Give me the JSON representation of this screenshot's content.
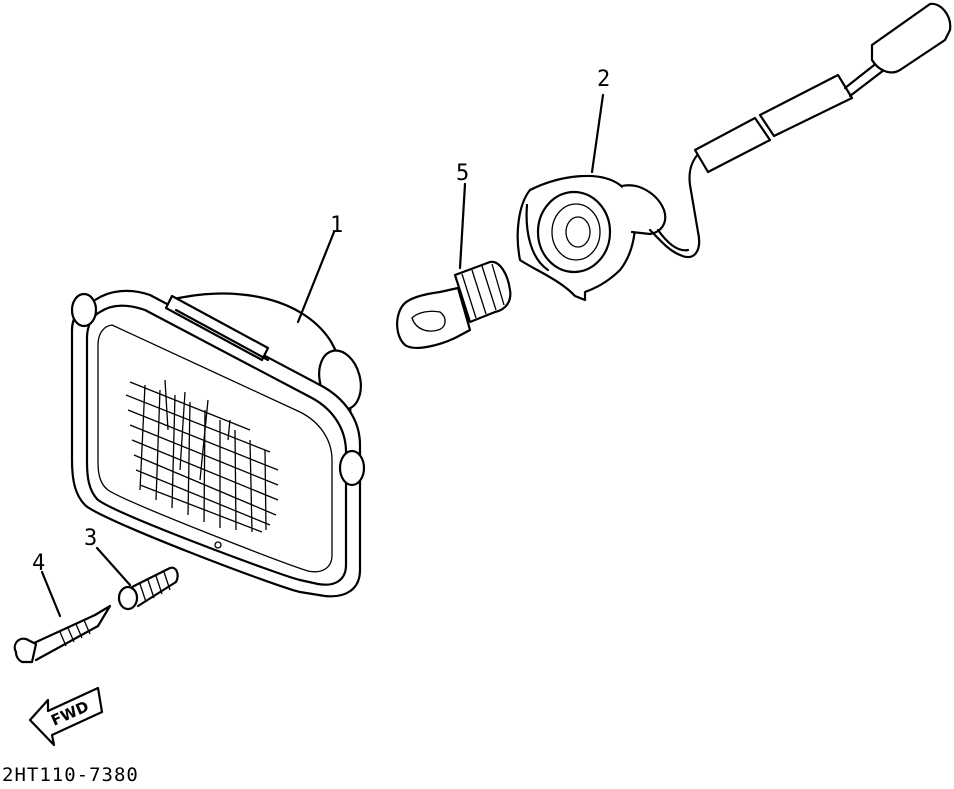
{
  "diagram": {
    "callouts": [
      {
        "id": "1",
        "label": "1",
        "part": "headlight-unit"
      },
      {
        "id": "2",
        "label": "2",
        "part": "bulb-socket-cord"
      },
      {
        "id": "3",
        "label": "3",
        "part": "spring"
      },
      {
        "id": "4",
        "label": "4",
        "part": "adjusting-screw"
      },
      {
        "id": "5",
        "label": "5",
        "part": "bulb"
      }
    ],
    "direction_label": "FWD",
    "drawing_code": "2HT110-7380"
  }
}
